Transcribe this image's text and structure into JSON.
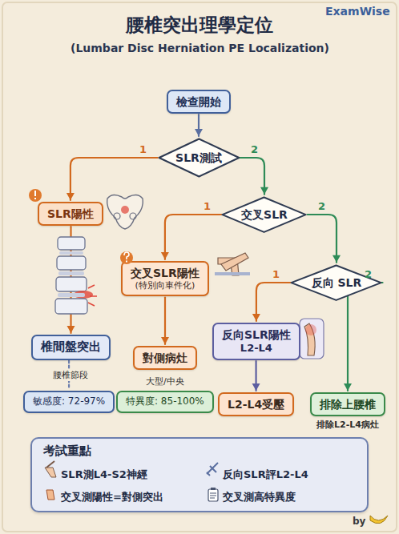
{
  "diagram": {
    "title": "腰椎突出理學定位",
    "nodes": [
      {
        "text": [
          "檢查開始"
        ]
      },
      {
        "text": [
          "SLR測試"
        ]
      },
      {
        "text": [
          "SLR陽性"
        ]
      },
      {
        "text": [
          "交叉SLR"
        ]
      },
      {
        "text": [
          "交叉SLR陽性",
          "(特別向車件化)"
        ]
      },
      {
        "text": [
          "反向 SLR"
        ]
      },
      {
        "text": [
          "椎間盤突出"
        ]
      },
      {
        "text": [
          "對側病灶"
        ]
      },
      {
        "text": [
          "反向SLR陽性",
          "L2-L4"
        ]
      },
      {
        "text": [
          "L2-L4受壓"
        ]
      },
      {
        "text": [
          "排除上腰椎"
        ]
      },
      {
        "text": [
          "敏感度: 72-97%"
        ]
      },
      {
        "text": [
          "特異度: 85-100%"
        ]
      },
      {
        "text": [
          "考試重點",
          "SLR測L4-S2神經",
          "反向SLR評L2-L4",
          "交叉測陽性=對側突出",
          "交叉測高特異度"
        ]
      }
    ],
    "edges": [
      {
        "from": 0,
        "to": 1,
        "arrow": "to"
      },
      {
        "from": 1,
        "to": 2,
        "label": "1",
        "arrow": "to"
      },
      {
        "from": 1,
        "to": 3,
        "label": "2",
        "arrow": "to"
      },
      {
        "from": 3,
        "to": 4,
        "label": "1",
        "arrow": "to"
      },
      {
        "from": 3,
        "to": 5,
        "label": "2",
        "arrow": "to"
      },
      {
        "from": 5,
        "to": 8,
        "label": "1",
        "arrow": "to"
      },
      {
        "from": 5,
        "to": 10,
        "label": "2",
        "arrow": "to"
      },
      {
        "from": 2,
        "to": 6,
        "arrow": "to"
      },
      {
        "from": 4,
        "to": 7,
        "arrow": "to"
      },
      {
        "from": 8,
        "to": 9,
        "arrow": "to"
      },
      {
        "from": 6,
        "to": 11,
        "arrow": "none"
      }
    ],
    "labels": [
      "(Lumbar Disc Herniation PE Localization)",
      "ExamWise",
      "腰椎節段",
      "大型/中央",
      "排除L2-L4病灶",
      "by"
    ]
  }
}
